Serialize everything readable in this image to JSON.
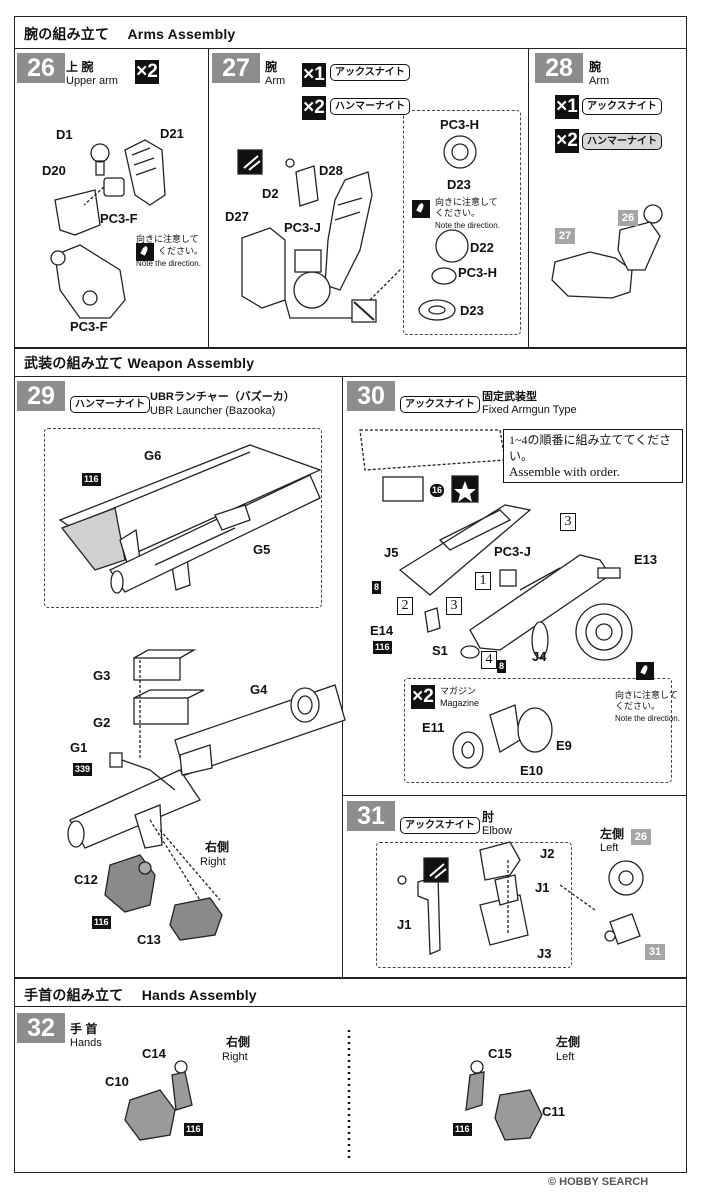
{
  "sections": {
    "arms": {
      "title": "腕の組み立て　 Arms Assembly"
    },
    "weapon": {
      "title": "武装の組み立て Weapon Assembly"
    },
    "hands": {
      "title": "手首の組み立て　 Hands Assembly"
    }
  },
  "step26": {
    "num": "26",
    "jp": "上 腕",
    "en": "Upper arm",
    "mult": "×2",
    "parts": {
      "d1": "D1",
      "d21": "D21",
      "d20": "D20",
      "pcf_a": "PC3-F",
      "pcf_b": "PC3-F"
    },
    "note": {
      "jp1": "向きに注意して",
      "jp2": "ください。",
      "en": "Note the direction."
    }
  },
  "step27": {
    "num": "27",
    "jp": "腕",
    "en": "Arm",
    "mult1": "×1",
    "tag1": "アックスナイト",
    "mult2": "×2",
    "tag2": "ハンマーナイト",
    "parts": {
      "d28": "D28",
      "d2": "D2",
      "d27": "D27",
      "pcj": "PC3-J",
      "pch_top": "PC3-H",
      "d23_top": "D23",
      "d22": "D22",
      "pch": "PC3-H",
      "d23": "D23"
    },
    "note": {
      "jp1": "向きに注意して",
      "jp2": "ください。",
      "en": "Note the direction."
    }
  },
  "step28": {
    "num": "28",
    "jp": "腕",
    "en": "Arm",
    "mult1": "×1",
    "tag1": "アックスナイト",
    "mult2": "×2",
    "tag2": "ハンマーナイト",
    "badges": {
      "b27": "27",
      "b26": "26"
    }
  },
  "step29": {
    "num": "29",
    "tag": "ハンマーナイト",
    "jp": "UBRランチャー（バズーカ）",
    "en": "UBR Launcher (Bazooka)",
    "parts": {
      "g6": "G6",
      "g5": "G5",
      "n116a": "116",
      "g3": "G3",
      "g4": "G4",
      "g2": "G2",
      "g1": "G1",
      "n339": "339",
      "c12": "C12",
      "n116b": "116",
      "c13": "C13"
    },
    "side": {
      "jp": "右側",
      "en": "Right"
    }
  },
  "step30": {
    "num": "30",
    "tag": "アックスナイト",
    "jp": "固定武装型",
    "en": "Fixed Armgun Type",
    "order": {
      "jp": "1~4の順番に組み立ててください。",
      "en": "Assemble with order."
    },
    "parts": {
      "n16": "16",
      "j5": "J5",
      "pcj": "PC3-J",
      "e13": "E13",
      "n8a": "8",
      "e14": "E14",
      "n116": "116",
      "s1": "S1",
      "n8b": "8",
      "j4": "J4",
      "o1": "1",
      "o2": "2",
      "o3a": "3",
      "o3b": "3",
      "o4": "4"
    },
    "note": {
      "jp1": "向きに注意して",
      "jp2": "ください。",
      "en": "Note the direction."
    },
    "magazine": {
      "mult": "×2",
      "jp": "マガジン",
      "en": "Magazine",
      "e11": "E11",
      "e9": "E9",
      "e10": "E10"
    }
  },
  "step31": {
    "num": "31",
    "tag": "アックスナイト",
    "jp": "肘",
    "en": "Elbow",
    "parts": {
      "j2": "J2",
      "j1a": "J1",
      "j1b": "J1",
      "j3": "J3"
    },
    "side": {
      "jp": "左側",
      "en": "Left"
    },
    "badges": {
      "b26": "26",
      "b31": "31"
    }
  },
  "step32": {
    "num": "32",
    "jp": "手 首",
    "en": "Hands",
    "right": {
      "jp": "右側",
      "en": "Right",
      "c14": "C14",
      "c10": "C10",
      "n116": "116"
    },
    "left": {
      "jp": "左側",
      "en": "Left",
      "c15": "C15",
      "c11": "C11",
      "n116": "116"
    }
  },
  "watermark": "© HOBBY SEARCH"
}
